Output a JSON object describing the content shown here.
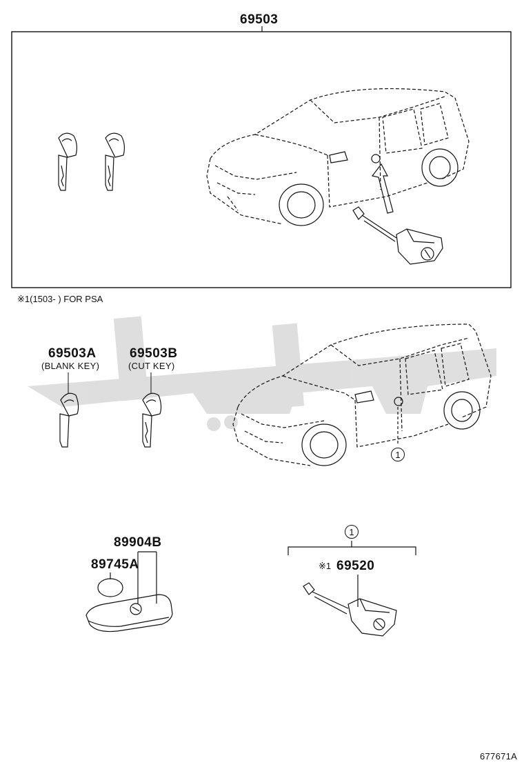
{
  "top_assembly": {
    "part_number": "69503"
  },
  "note": {
    "symbol": "※1",
    "text": "(1503-      ) FOR PSA"
  },
  "keys": {
    "blank": {
      "part_number": "69503A",
      "desc": "(BLANK KEY)"
    },
    "cut": {
      "part_number": "69503B",
      "desc": "(CUT KEY)"
    }
  },
  "remote": {
    "part_number": "89904B",
    "battery": "89745A"
  },
  "lock": {
    "ref": "1",
    "part_number": "69520",
    "marker": "※1"
  },
  "car_ref": "1",
  "diagram_id": "677671A",
  "watermark": "جهانی"
}
